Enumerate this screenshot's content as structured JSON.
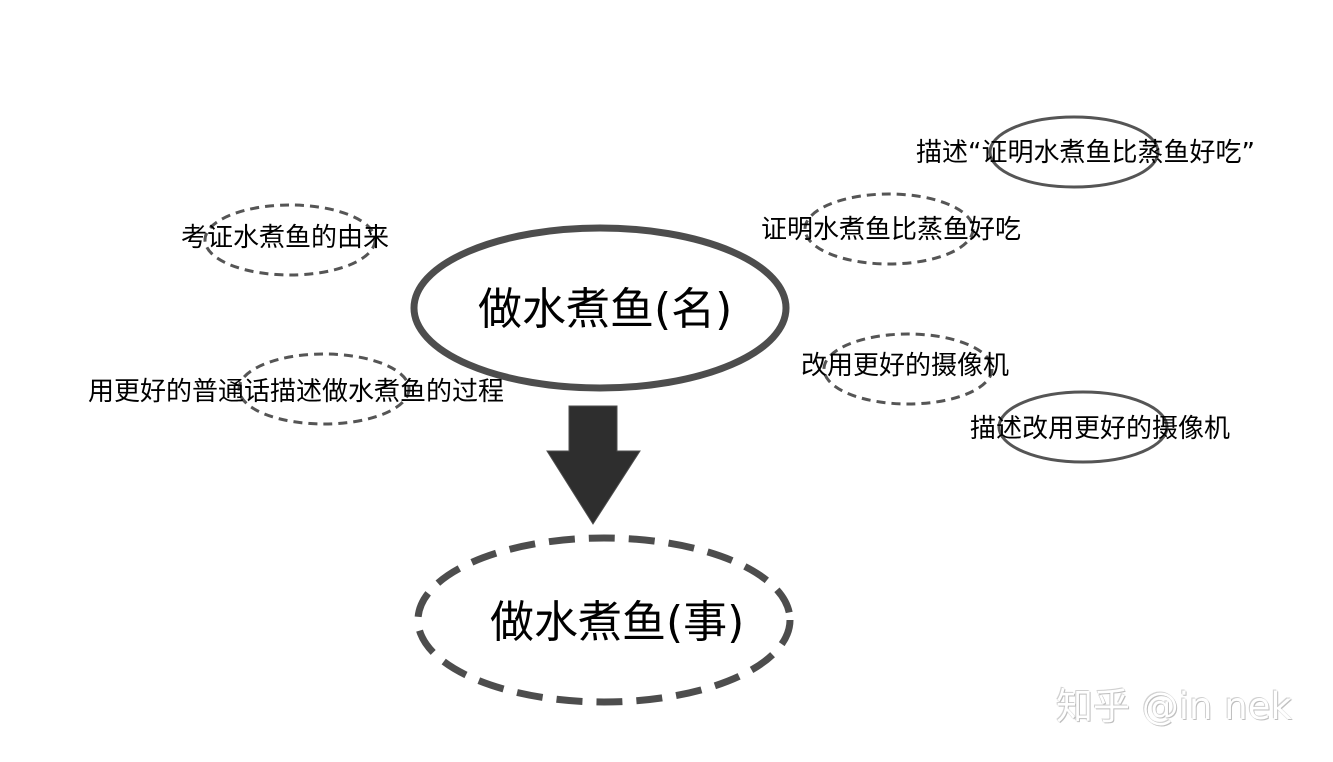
{
  "center": {
    "top_label": "做水煮鱼(名)",
    "bottom_label": "做水煮鱼(事)"
  },
  "nodes": {
    "origin": "考证水煮鱼的由来",
    "describe_process": "用更好的普通话描述做水煮鱼的过程",
    "prove_tastier": "证明水煮鱼比蒸鱼好吃",
    "describe_prove": "描述“证明水煮鱼比蒸鱼好吃”",
    "better_camera": "改用更好的摄像机",
    "describe_camera": "描述改用更好的摄像机"
  },
  "watermark": "知乎 @in nek",
  "colors": {
    "stroke": "#4d4d4d",
    "arrow": "#2e2e2e",
    "text": "#000000",
    "background": "#ffffff"
  }
}
